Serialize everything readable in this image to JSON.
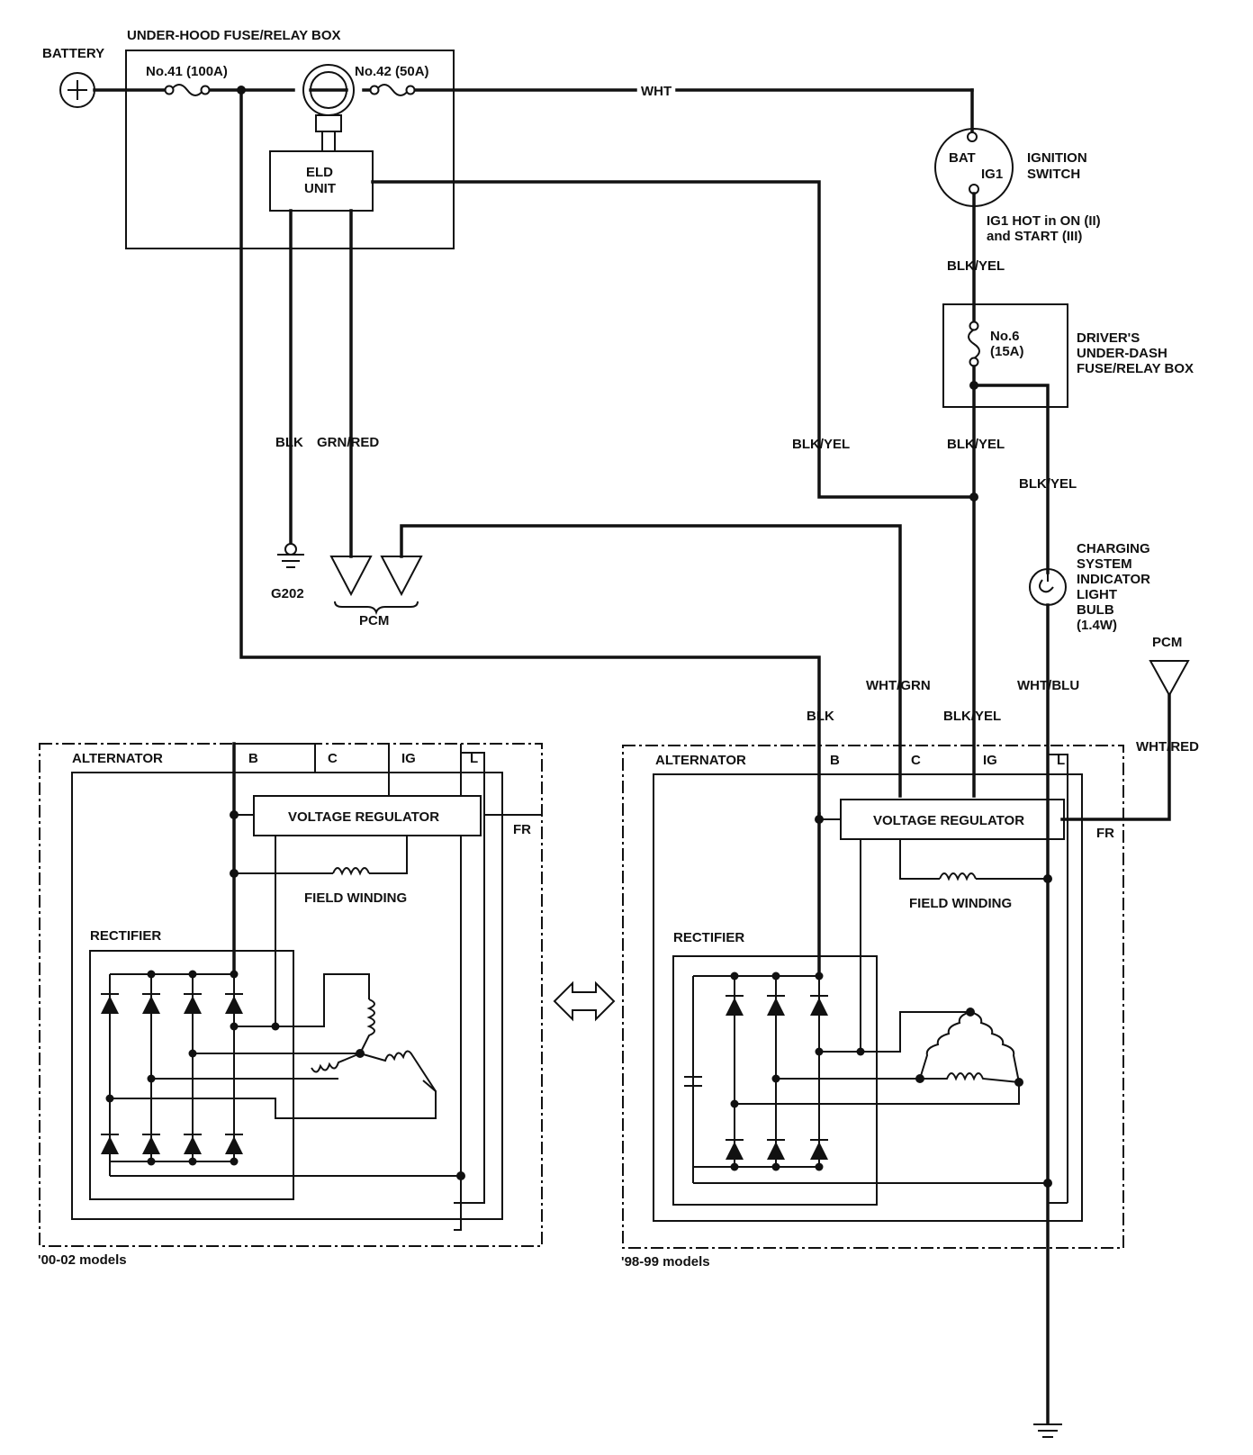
{
  "labels": {
    "battery": "BATTERY",
    "underhood_box": "UNDER-HOOD FUSE/RELAY BOX",
    "fuse41": "No.41 (100A)",
    "fuse42": "No.42 (50A)",
    "eld_line1": "ELD",
    "eld_line2": "UNIT",
    "wht": "WHT",
    "bat": "BAT",
    "ig1": "IG1",
    "ignition_line1": "IGNITION",
    "ignition_line2": "SWITCH",
    "ig1_hot_line1": "IG1 HOT in ON (II)",
    "ig1_hot_line2": "and START (III)",
    "blk_yel_1": "BLK/YEL",
    "fuse6_line1": "No.6",
    "fuse6_line2": "(15A)",
    "drivers_line1": "DRIVER'S",
    "drivers_line2": "UNDER-DASH",
    "drivers_line3": "FUSE/RELAY BOX",
    "blk": "BLK",
    "grn_red": "GRN/RED",
    "blk_yel_2": "BLK/YEL",
    "blk_yel_3": "BLK/YEL",
    "blk_yel_4": "BLK/YEL",
    "g202": "G202",
    "pcm_1": "PCM",
    "charging_line1": "CHARGING",
    "charging_line2": "SYSTEM",
    "charging_line3": "INDICATOR",
    "charging_line4": "LIGHT",
    "charging_line5": "BULB",
    "charging_line6": "(1.4W)",
    "pcm_2": "PCM",
    "wht_grn": "WHT/GRN",
    "wht_blu": "WHT/BLU",
    "blk_2": "BLK",
    "blk_yel_5": "BLK/YEL",
    "wht_red": "WHT/RED",
    "alternator_1": "ALTERNATOR",
    "alternator_2": "ALTERNATOR",
    "term_b": "B",
    "term_c": "C",
    "term_ig": "IG",
    "term_l": "L",
    "term_b2": "B",
    "term_c2": "C",
    "term_ig2": "IG",
    "term_l2": "L",
    "vreg_1": "VOLTAGE REGULATOR",
    "vreg_2": "VOLTAGE REGULATOR",
    "fr_1": "FR",
    "fr_2": "FR",
    "field_1": "FIELD WINDING",
    "field_2": "FIELD WINDING",
    "rectifier_1": "RECTIFIER",
    "rectifier_2": "RECTIFIER",
    "models_00": "'00-02 models",
    "models_98": "'98-99 models"
  }
}
